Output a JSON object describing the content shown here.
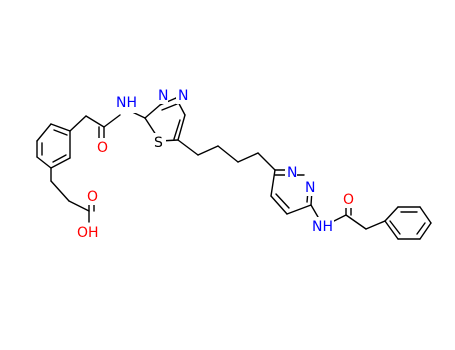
{
  "image": {
    "type": "chemical-structure",
    "colors": {
      "bond": "#000000",
      "O": "#ff0000",
      "N": "#0000ff",
      "S": "#000000",
      "background": "#ffffff"
    }
  },
  "atom_labels": {
    "nh_1": "NH",
    "n_thiadiazole_a": "N",
    "n_thiadiazole_b": "N",
    "s_thiadiazole": "S",
    "o_amide_1": "O",
    "o_acid_carbonyl": "O",
    "oh_acid": "OH",
    "n_pyridazine_a": "N",
    "n_pyridazine_b": "N",
    "nh_2": "NH",
    "o_amide_2": "O"
  }
}
